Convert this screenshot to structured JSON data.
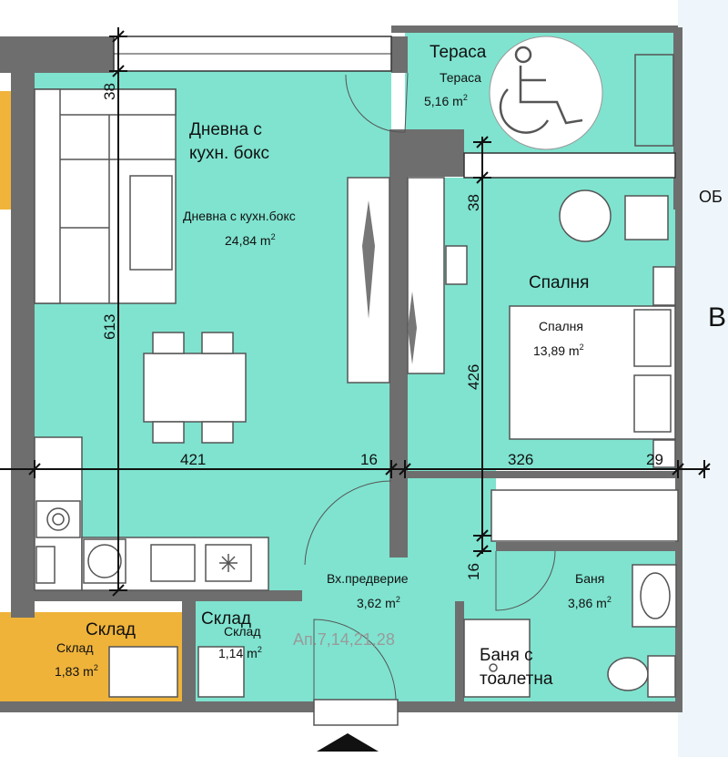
{
  "rooms": {
    "terrace": {
      "title": "Тераса",
      "name": "Тераса",
      "area": "5,16 m",
      "sup": "2"
    },
    "living": {
      "title_line1": "Дневна с",
      "title_line2": "кухн. бокс",
      "name": "Дневна с кухн.бокс",
      "area": "24,84 m",
      "sup": "2"
    },
    "bedroom": {
      "title": "Спалня",
      "name": "Спалня",
      "area": "13,89 m",
      "sup": "2"
    },
    "hall": {
      "name": "Вх.предверие",
      "area": "3,62 m",
      "sup": "2"
    },
    "bath": {
      "name": "Баня",
      "area": "3,86 m",
      "sup": "2"
    },
    "bath_title": {
      "line1": "Баня с",
      "line2": "тоалетна"
    },
    "storage_left": {
      "title": "Склад",
      "name": "Склад",
      "area": "1,83 m",
      "sup": "2"
    },
    "storage_mid": {
      "title": "Склад",
      "name": "Склад",
      "area": "1,14 m",
      "sup": "2"
    }
  },
  "apartments_label": "Ап.7,14,21,28",
  "edge_text": {
    "top_right": "ОБ",
    "right": "В"
  },
  "dimensions": {
    "d421": "421",
    "d16a": "16",
    "d326": "326",
    "d29": "29",
    "d613": "613",
    "d38a": "38",
    "d38b": "38",
    "d426": "426",
    "d16b": "16"
  },
  "colors": {
    "floor": "#7fe3cf",
    "storage": "#efb33a",
    "wall": "#6e6e6e",
    "furniture": "#ffffff"
  },
  "icons": [
    "wheelchair-icon",
    "entrance-arrow-icon",
    "washing-machine-icon",
    "stove-icon"
  ]
}
